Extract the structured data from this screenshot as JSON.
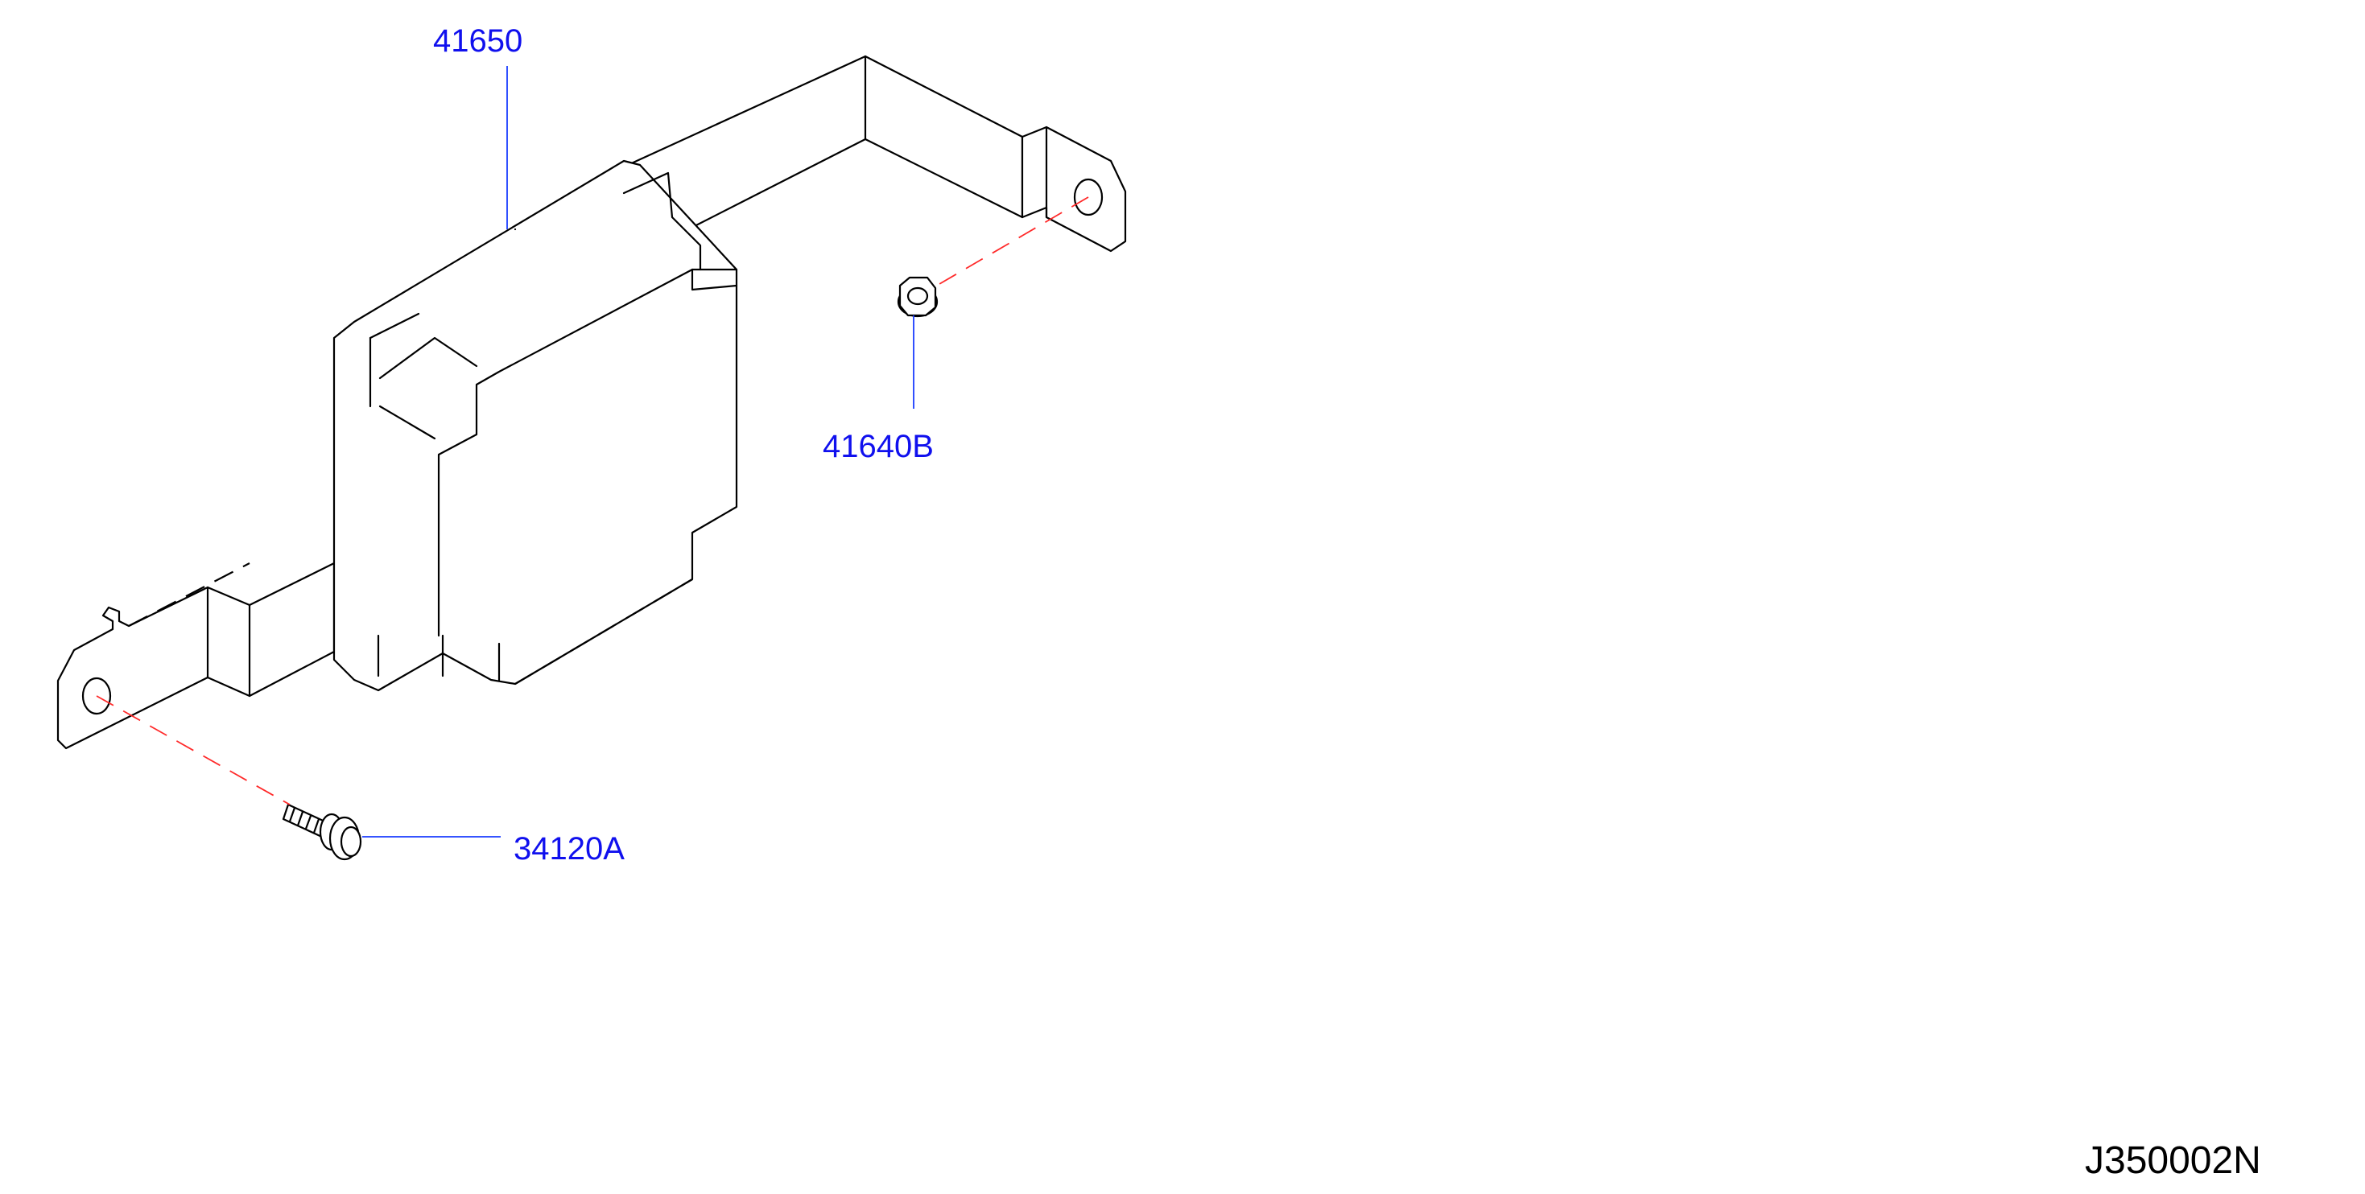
{
  "diagram": {
    "callouts": {
      "control_unit": "41650",
      "nut": "41640B",
      "bolt": "34120A"
    },
    "reference_code": "J350002N"
  },
  "colors": {
    "part_line": "#000000",
    "callout_text": "#1010ee",
    "leader_line": "#1a3cff",
    "axis_line": "#ff2a2a"
  }
}
